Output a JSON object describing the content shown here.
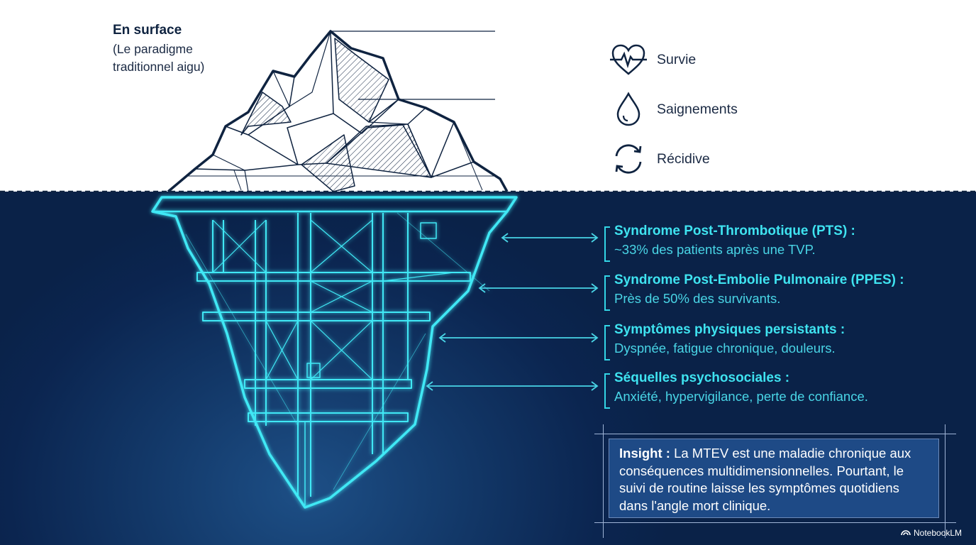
{
  "surface": {
    "title": "En surface",
    "subtitle": "(Le paradigme traditionnel aigu)"
  },
  "metrics": [
    {
      "label": "Survie",
      "icon": "heartbeat-icon"
    },
    {
      "label": "Saignements",
      "icon": "drop-icon"
    },
    {
      "label": "Récidive",
      "icon": "cycle-icon"
    }
  ],
  "items": [
    {
      "title": "Syndrome Post-Thrombotique (PTS) :",
      "desc": "~33% des patients après une TVP."
    },
    {
      "title": "Syndrome Post-Embolie Pulmonaire (PPES) :",
      "desc": "Près de 50% des survivants."
    },
    {
      "title": "Symptômes physiques persistants :",
      "desc": "Dyspnée, fatigue chronique, douleurs."
    },
    {
      "title": "Séquelles psychosociales :",
      "desc": "Anxiété, hypervigilance, perte de confiance."
    }
  ],
  "insight": {
    "label": "Insight :",
    "text": " La MTEV est une maladie chronique aux conséquences multidimensionnelles. Pourtant, le suivi de routine laisse les symptômes quotidiens dans l'angle mort clinique."
  },
  "brand": "NotebookLM",
  "colors": {
    "navy": "#0b2550",
    "cyan": "#3fe3f0",
    "ink": "#0f2340",
    "insight_bg": "#1e4a86"
  }
}
